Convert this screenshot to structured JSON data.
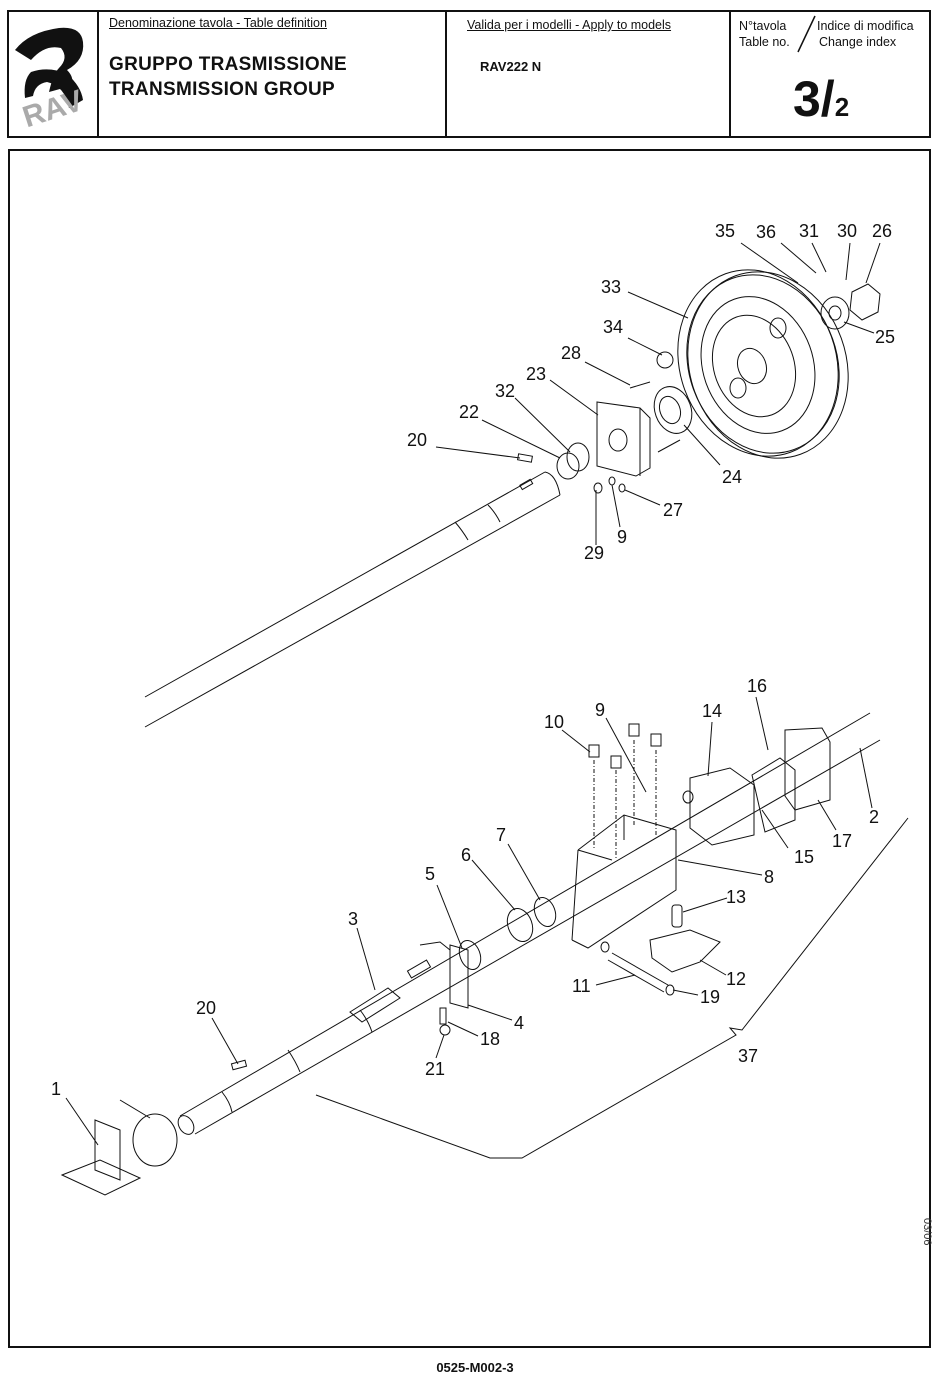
{
  "header": {
    "logo_text": "RAV",
    "table_definition_label": "Denominazione tavola - Table definition",
    "title_it": "GRUPPO TRASMISSIONE",
    "title_en": "TRANSMISSION GROUP",
    "apply_to_models_label": "Valida per i modelli - Apply to models",
    "model": "RAV222 N",
    "table_no_label_it": "N°tavola",
    "table_no_label_en": "Table no.",
    "change_index_label_it": "Indice di modifica",
    "change_index_label_en": "Change index",
    "table_no": "3/",
    "change_index": "2"
  },
  "diagram": {
    "callouts": [
      "1",
      "2",
      "3",
      "4",
      "5",
      "6",
      "7",
      "8",
      "9",
      "10",
      "11",
      "12",
      "13",
      "14",
      "15",
      "16",
      "17",
      "18",
      "19",
      "20",
      "21",
      "22",
      "23",
      "24",
      "25",
      "26",
      "27",
      "28",
      "29",
      "30",
      "31",
      "32",
      "33",
      "34",
      "35",
      "36",
      "37"
    ],
    "labels": {
      "l35": "35",
      "l36": "36",
      "l31": "31",
      "l30": "30",
      "l26": "26",
      "l33": "33",
      "l25": "25",
      "l34": "34",
      "l28": "28",
      "l23": "23",
      "l32": "32",
      "l22": "22",
      "l20a": "20",
      "l24": "24",
      "l27": "27",
      "l9a": "9",
      "l29": "29",
      "l16": "16",
      "l14": "14",
      "l10": "10",
      "l9b": "9",
      "l2": "2",
      "l17": "17",
      "l15": "15",
      "l8": "8",
      "l7": "7",
      "l6": "6",
      "l5": "5",
      "l3": "3",
      "l13": "13",
      "l12": "12",
      "l11": "11",
      "l19": "19",
      "l4": "4",
      "l18": "18",
      "l21": "21",
      "l20b": "20",
      "l1": "1",
      "l37": "37"
    }
  },
  "footer": {
    "drawing_code": "0525-M002-3",
    "side_date": "03/06"
  }
}
